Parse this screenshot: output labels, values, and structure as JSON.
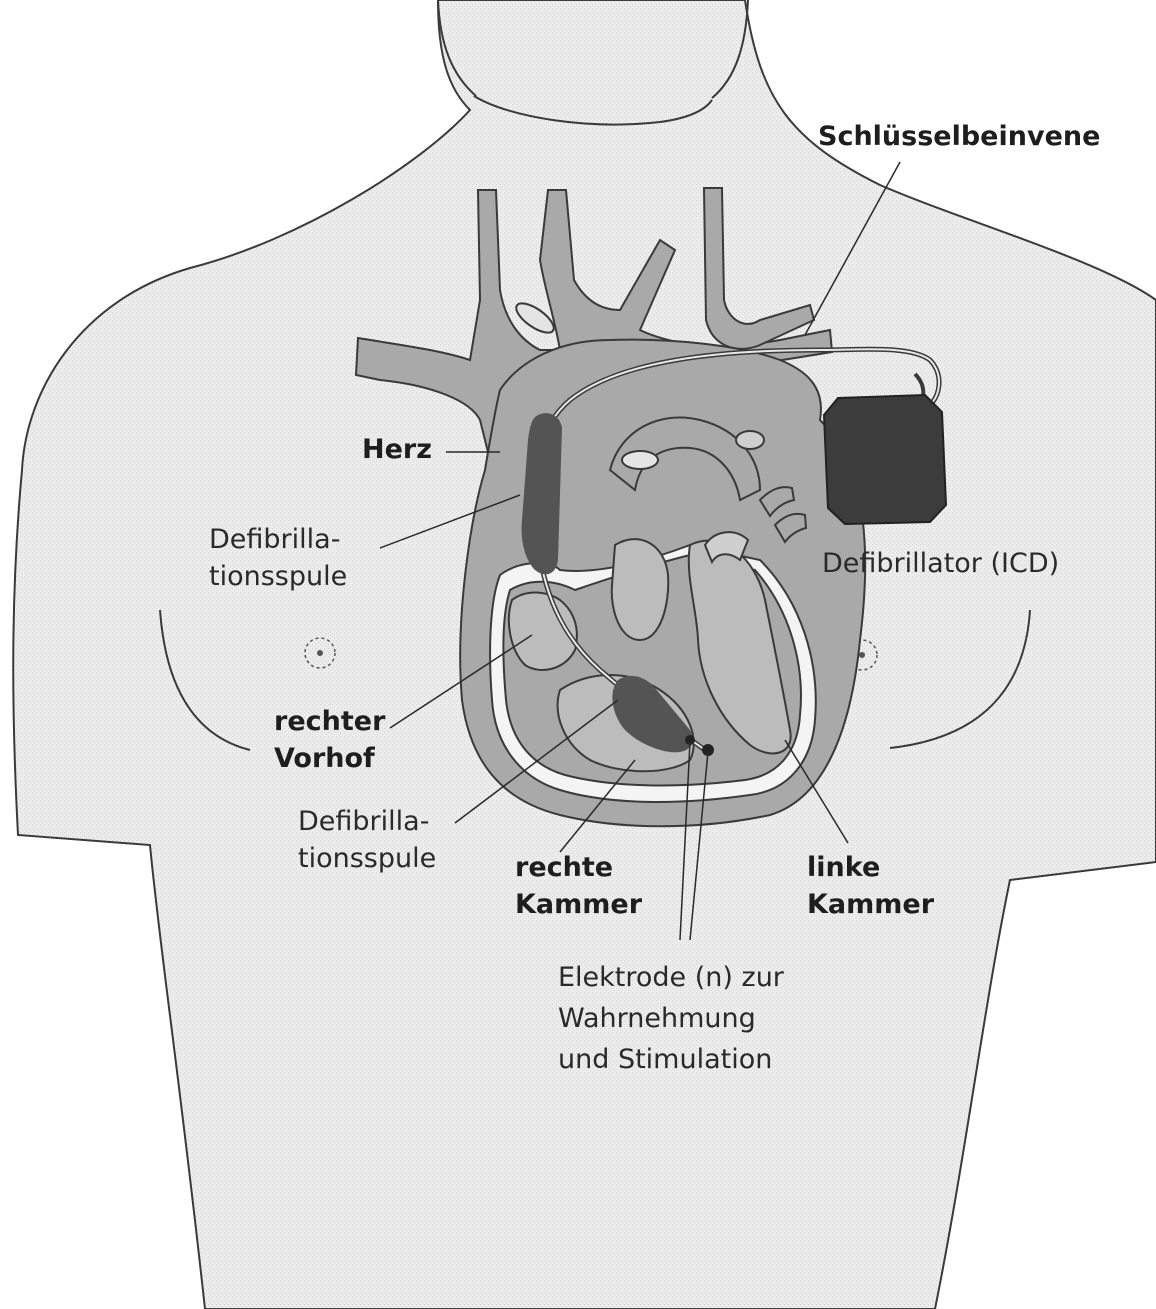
{
  "labels": {
    "clavicle_vein": "Schlüsselbeinvene",
    "heart": "Herz",
    "coil_upper": [
      "Defibrilla-",
      "tionsspule"
    ],
    "icd": "Defibrillator (ICD)",
    "right_atrium": [
      "rechter",
      "Vorhof"
    ],
    "coil_lower": [
      "Defibrilla-",
      "tionsspule"
    ],
    "right_ventricle": [
      "rechte",
      "Kammer"
    ],
    "left_ventricle": [
      "linke",
      "Kammer"
    ],
    "electrodes": [
      "Elektrode (n) zur",
      "Wahrnehmung",
      "und Stimulation"
    ]
  },
  "colors": {
    "skin": "#ebebeb",
    "outline": "#3a3a3a",
    "tissue": "#a9a9a9",
    "cavity": "#bcbcbc",
    "device": "#3c3c3c",
    "coil": "#545454",
    "text": "#1e1e1e"
  }
}
